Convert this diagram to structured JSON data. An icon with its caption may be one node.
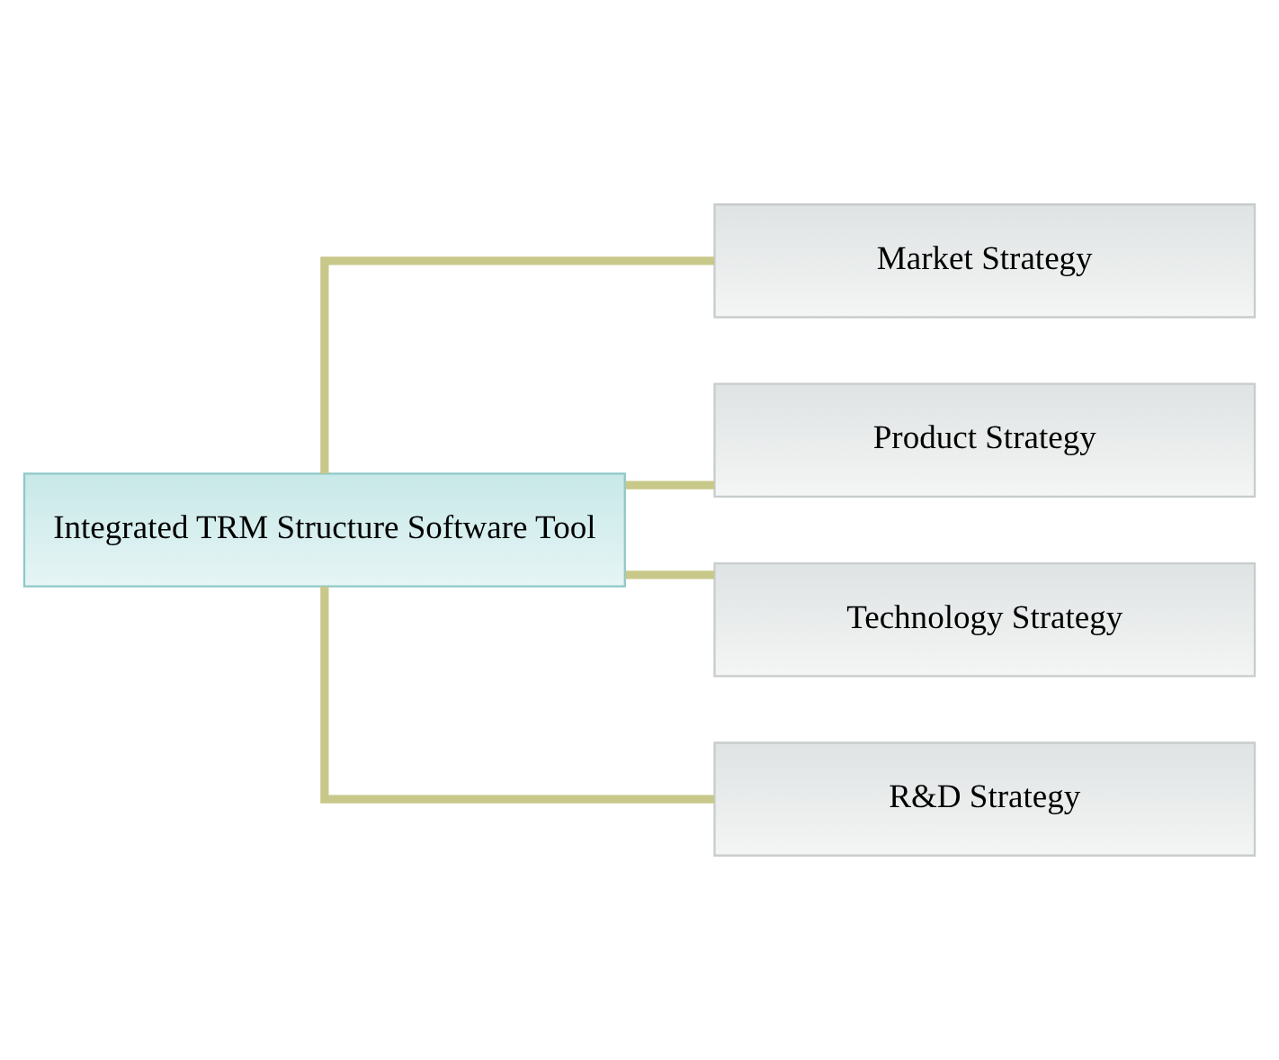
{
  "diagram": {
    "nodes": [
      {
        "text": [
          "Integrated TRM Structure Software Tool"
        ]
      },
      {
        "text": [
          "Market Strategy"
        ]
      },
      {
        "text": [
          "Product Strategy"
        ]
      },
      {
        "text": [
          "Technology Strategy"
        ]
      },
      {
        "text": [
          "R&D Strategy"
        ]
      }
    ],
    "edges": [
      {
        "from": 0,
        "to": 1,
        "arrow": "none"
      },
      {
        "from": 0,
        "to": 2,
        "arrow": "none"
      },
      {
        "from": 0,
        "to": 3,
        "arrow": "none"
      },
      {
        "from": 0,
        "to": 4,
        "arrow": "none"
      }
    ]
  }
}
